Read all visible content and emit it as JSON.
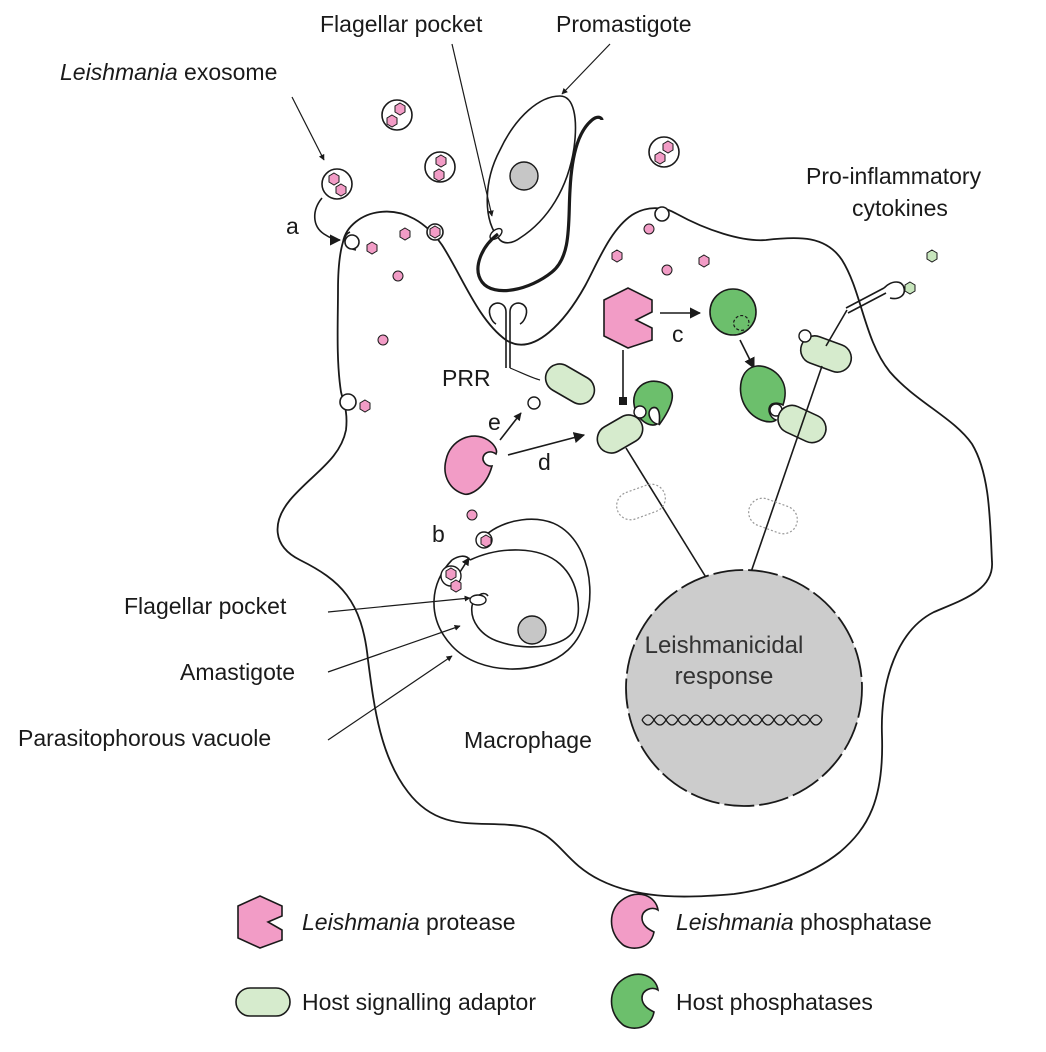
{
  "labels": {
    "leishmania_exosome_italic": "Leishmania",
    "leishmania_exosome_rest": " exosome",
    "flagellar_pocket_top": "Flagellar pocket",
    "promastigote": "Promastigote",
    "pro_inflammatory_1": "Pro-inflammatory",
    "pro_inflammatory_2": "cytokines",
    "prr": "PRR",
    "flagellar_pocket_left": "Flagellar pocket",
    "amastigote": "Amastigote",
    "parasitophorous_vacuole": "Parasitophorous vacuole",
    "macrophage": "Macrophage",
    "nucleus_line1": "Leishmanicidal",
    "nucleus_line2": "response"
  },
  "step_letters": {
    "a": "a",
    "b": "b",
    "c": "c",
    "d": "d",
    "e": "e"
  },
  "legend": {
    "protease_italic": "Leishmania",
    "protease_rest": " protease",
    "phosphatase_italic": "Leishmania",
    "phosphatase_rest": " phosphatase",
    "adaptor": "Host signalling adaptor",
    "host_phosphatases": "Host phosphatases"
  },
  "colors": {
    "leishmania_pink": "#f29cc6",
    "host_green": "#6cbf6c",
    "adaptor_green": "#d6ebcd",
    "cytokine_green": "#c8e6bd",
    "nucleus_grey": "#cccccc",
    "parasite_nucleus_grey": "#c6c6c6",
    "outline": "#1a1a1a"
  },
  "icons": [
    "leishmania-protease-icon",
    "leishmania-phosphatase-icon",
    "host-signalling-adaptor-icon",
    "host-phosphatase-icon"
  ]
}
